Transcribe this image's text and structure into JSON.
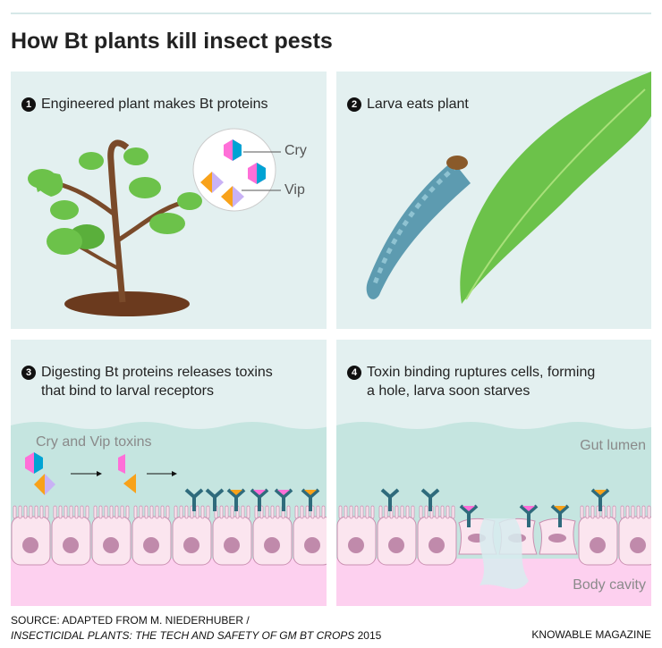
{
  "title": "How Bt plants kill insect pests",
  "panels": [
    {
      "number": "1",
      "caption": "Engineered plant makes Bt proteins",
      "labels": {
        "cry": "Cry",
        "vip": "Vip"
      }
    },
    {
      "number": "2",
      "caption": "Larva eats plant"
    },
    {
      "number": "3",
      "caption_line1": "Digesting Bt proteins releases toxins",
      "caption_line2": "that bind to larval receptors",
      "labels": {
        "toxins": "Cry and Vip toxins"
      }
    },
    {
      "number": "4",
      "caption_line1": "Toxin binding ruptures cells, forming",
      "caption_line2": "a hole, larva soon starves",
      "labels": {
        "gut": "Gut lumen",
        "body": "Body cavity"
      }
    }
  ],
  "source": {
    "line1": "SOURCE: ADAPTED FROM M. NIEDERHUBER /",
    "line2_italic": "INSECTICIDAL PLANTS: THE TECH AND SAFETY OF GM BT CROPS",
    "line2_year": " 2015"
  },
  "credit": "KNOWABLE MAGAZINE",
  "colors": {
    "panel_bg": "#e3f0f0",
    "gut": "#c5e5e0",
    "cell": "#fbe5ef",
    "body_cavity": "#fdd0ef",
    "cry_pink": "#ff6fd8",
    "cry_blue": "#00a3d4",
    "vip_orange": "#f8a21a",
    "vip_lavender": "#c9b2f5",
    "receptor": "#2f6b7c",
    "leaf": "#6cc24a"
  }
}
